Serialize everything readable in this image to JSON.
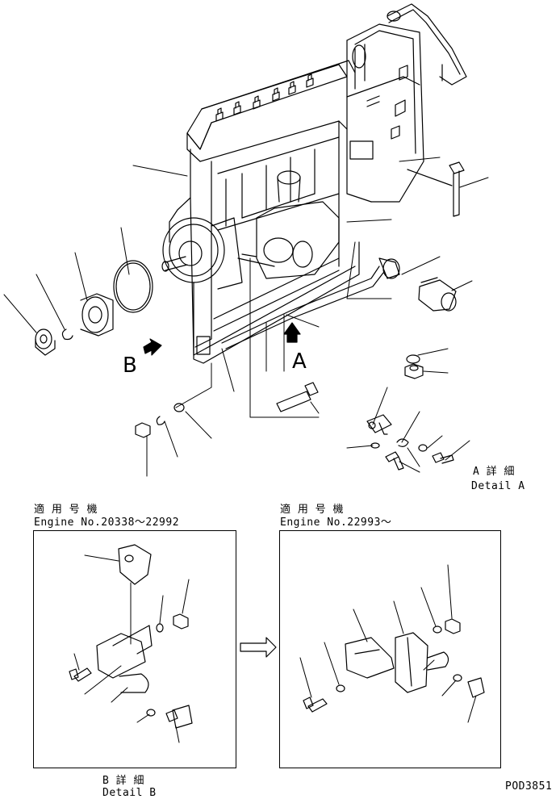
{
  "labels": {
    "view_b_letter": "B",
    "view_a_letter": "A",
    "detail_a_jp": "A 詳 細",
    "detail_a_en": "Detail A",
    "left_applicable_jp": "適 用 号 機",
    "left_engine_range": "Engine No.20338～22992",
    "right_applicable_jp": "適 用 号 機",
    "right_engine_range": "Engine No.22993～",
    "detail_b_jp": "B 詳 細",
    "detail_b_en": "Detail B",
    "drawing_code": "POD3851"
  }
}
